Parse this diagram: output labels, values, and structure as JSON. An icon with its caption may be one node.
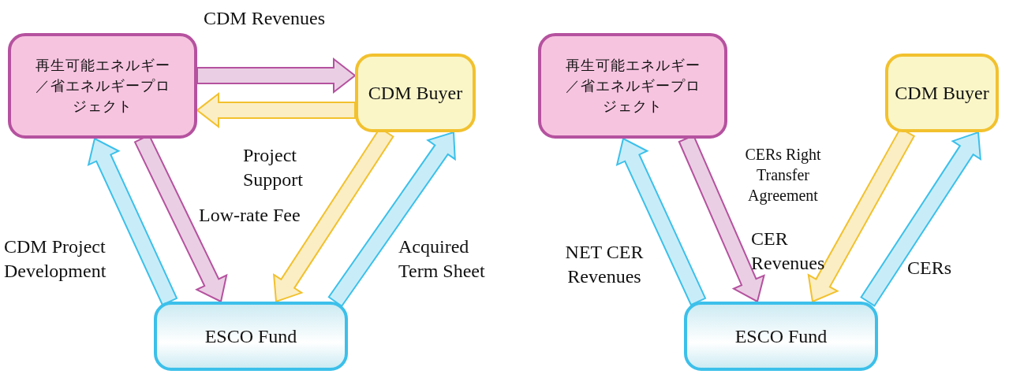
{
  "diagram": {
    "nodes": [
      {
        "text": [
          "再生可能エネルギー／省エネルギープロジェクト"
        ]
      },
      {
        "text": [
          "CDM Buyer"
        ]
      },
      {
        "text": [
          "ESCO Fund"
        ]
      },
      {
        "text": [
          "再生可能エネルギー／省エネルギープロジェクト"
        ]
      },
      {
        "text": [
          "CDM Buyer"
        ]
      },
      {
        "text": [
          "ESCO Fund"
        ]
      }
    ],
    "edges": [
      {
        "from": 0,
        "to": 1,
        "arrow": "to",
        "color": "#b5529f"
      },
      {
        "from": 1,
        "to": 0,
        "arrow": "to",
        "color": "#f2c12e"
      },
      {
        "from": 2,
        "to": 0,
        "arrow": "to",
        "color": "#3cc0ea",
        "label": "CDM Project Development"
      },
      {
        "from": 0,
        "to": 2,
        "arrow": "to",
        "color": "#b5529f",
        "label": "Low-rate Fee"
      },
      {
        "from": 1,
        "to": 2,
        "arrow": "to",
        "color": "#f2c12e",
        "label": "Project Support"
      },
      {
        "from": 2,
        "to": 1,
        "arrow": "to",
        "color": "#3cc0ea",
        "label": "Acquired Term Sheet"
      },
      {
        "from": 5,
        "to": 3,
        "arrow": "to",
        "color": "#3cc0ea",
        "label": "NET CER Revenues"
      },
      {
        "from": 3,
        "to": 5,
        "arrow": "to",
        "color": "#b5529f",
        "label": "CERs Right Transfer Agreement"
      },
      {
        "from": 4,
        "to": 5,
        "arrow": "to",
        "color": "#f2c12e",
        "label": "CER Revenues"
      },
      {
        "from": 5,
        "to": 4,
        "arrow": "to",
        "color": "#3cc0ea",
        "label": "CERs"
      }
    ],
    "labels": [
      "CDM Revenues"
    ]
  }
}
